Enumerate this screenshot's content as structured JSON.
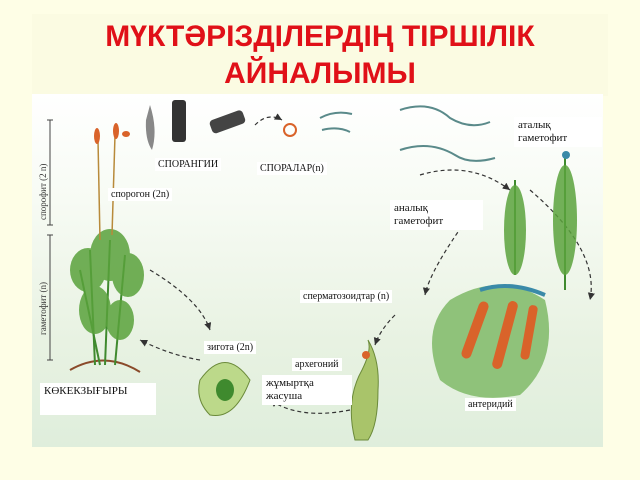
{
  "title": "МҮКТӘРІЗДІЛЕРДІҢ ТІРШІЛІК АЙНАЛЫМЫ",
  "axis": {
    "sporophyte": "спорофит (2 n)",
    "gametophyte": "гаметофит (n)"
  },
  "labels": {
    "sporangia": "СПОРАНГИИ",
    "spores": "СПОРАЛАР(n)",
    "male_gametophyte": "аталық гаметофит",
    "sporogon": "спорогон (2n)",
    "female_gametophyte": "аналық гаметофит",
    "spermatozoids": "сперматозоидтар (n)",
    "zygote": "зигота (2n)",
    "archegonium": "архегоний",
    "egg_cell": "жұмыртқа жасуша",
    "antheridium": "антеридий",
    "plant_name": "КӨКЕКЗЫҒЫРЫ"
  },
  "colors": {
    "title": "#e01018",
    "stem_green": "#3f8a2e",
    "capsule_orange": "#d9632a"
  }
}
